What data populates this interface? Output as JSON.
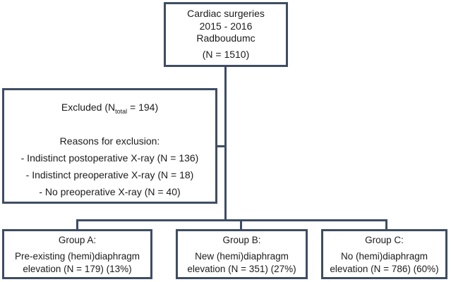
{
  "colors": {
    "border": "#3e4d63",
    "text": "#1b1b1b",
    "background": "#ffffff"
  },
  "top_box": {
    "line1": "Cardiac surgeries",
    "line2": "2015 - 2016",
    "line3": "Radboudumc",
    "n_line": "(N = 1510)"
  },
  "excluded_box": {
    "title_prefix": "Excluded (N",
    "title_subscript": "total",
    "title_suffix": " = 194)",
    "reasons_header": "Reasons for exclusion:",
    "reasons": [
      "- Indistinct postoperative X-ray (N = 136)",
      "- Indistinct preoperative X-ray (N = 18)",
      "- No preoperative X-ray (N = 40)"
    ]
  },
  "groups": [
    {
      "title": "Group A:",
      "line1": "Pre-existing (hemi)diaphragm",
      "line2": "elevation (N = 179) (13%)"
    },
    {
      "title": "Group B:",
      "line1": "New (hemi)diaphragm",
      "line2": "elevation (N = 351) (27%)"
    },
    {
      "title": "Group C:",
      "line1": "No (hemi)diaphragm",
      "line2": "elevation (N = 786) (60%)"
    }
  ]
}
